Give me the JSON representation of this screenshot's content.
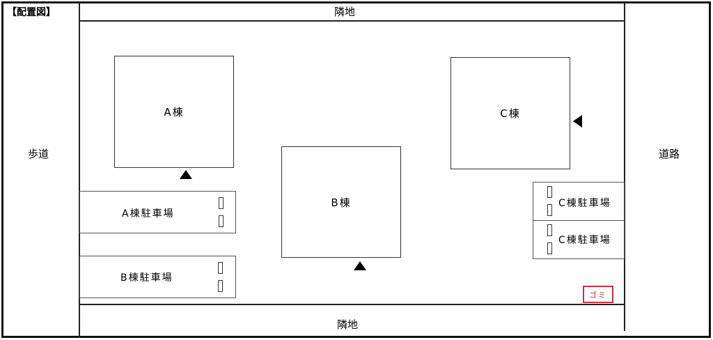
{
  "title": "【配置図】",
  "neighbors": {
    "top": "隣地",
    "bottom": "隣地"
  },
  "sides": {
    "left": "歩道",
    "right": "道路"
  },
  "buildings": [
    {
      "id": "A",
      "label": "A棟"
    },
    {
      "id": "B",
      "label": "B棟"
    },
    {
      "id": "C",
      "label": "C棟"
    }
  ],
  "parking": [
    {
      "id": "A",
      "label": "A棟駐車場"
    },
    {
      "id": "B",
      "label": "B棟駐車場"
    },
    {
      "id": "C1",
      "label": "C棟駐車場"
    },
    {
      "id": "C2",
      "label": "C棟駐車場"
    }
  ],
  "garbage": {
    "label": "ゴミ",
    "color": "#c8323c"
  },
  "entrance_icons": [
    "triangle-up",
    "triangle-up",
    "triangle-left"
  ]
}
